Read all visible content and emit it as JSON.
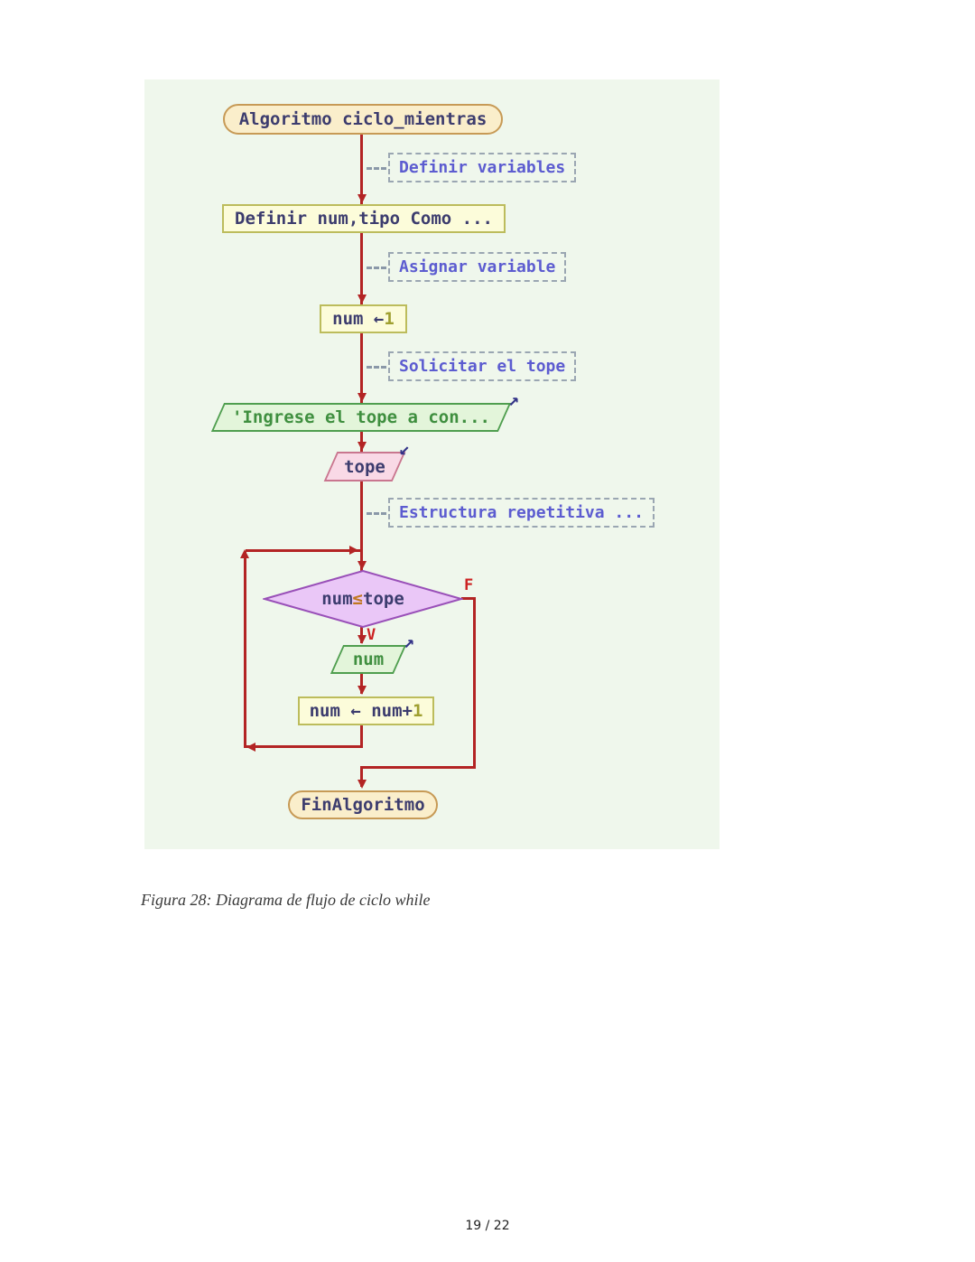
{
  "figure": {
    "nodes": {
      "start": "Algoritmo ciclo_mientras",
      "comments": [
        "Definir variables",
        "Asignar variable",
        "Solicitar el tope",
        "Estructura repetitiva ..."
      ],
      "process_define": "Definir num,tipo Como ...",
      "assign": {
        "prefix": "num ← ",
        "literal": "1"
      },
      "output_prompt": "'Ingrese el tope a con...",
      "input_tope": "tope",
      "decision": {
        "left": "num",
        "op": "≤",
        "right": "tope"
      },
      "label_false": "F",
      "label_true": "V",
      "output_num": "num",
      "increment": {
        "prefix": "num ← num+",
        "literal": "1"
      },
      "end": "FinAlgoritmo"
    },
    "icons": {
      "output_arrow": "↗",
      "input_arrow": "↙"
    },
    "colors": {
      "line": "#b32424",
      "comment_text": "#5c5cd0",
      "comment_border": "#9aa6b2",
      "terminator_fill": "#faeecb",
      "terminator_border": "#c79a56",
      "process_fill": "#fcfcda",
      "process_border": "#bcbc5c",
      "output_fill": "#e3f5da",
      "output_border": "#4f9e4f",
      "output_text": "#3f8f3f",
      "input_fill": "#f9d9e6",
      "input_border": "#c9768f",
      "decision_fill": "#eac7f7",
      "decision_border": "#9950b8",
      "node_text": "#3c3c6e",
      "literal_text": "#9f9f2f",
      "operator_text": "#c07820",
      "io_arrow": "#333388",
      "figure_bg": "#eff7ec",
      "label_red": "#cc2222"
    }
  },
  "caption": "Figura 28: Diagrama de flujo de ciclo while",
  "page_number": "19 / 22"
}
